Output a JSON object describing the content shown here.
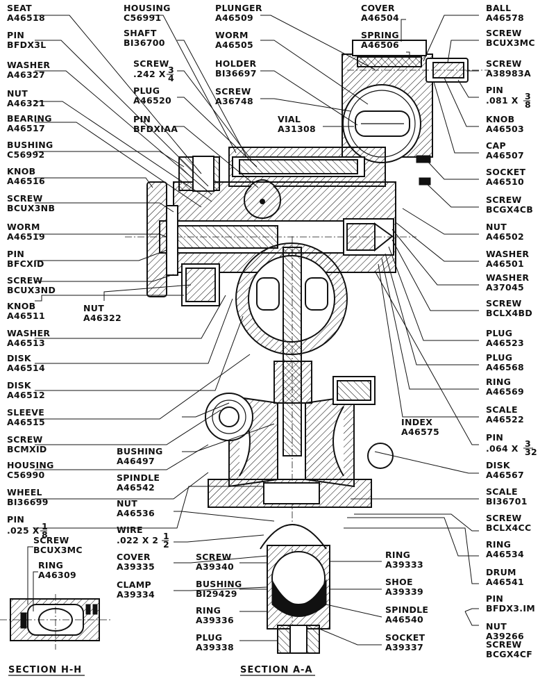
{
  "labels": [
    {
      "id": "seat",
      "l1": "SEAT",
      "l2": "A46518"
    },
    {
      "id": "pin-bfdx3l",
      "l1": "PIN",
      "l2": "BFDX3L"
    },
    {
      "id": "washer-a46327",
      "l1": "WASHER",
      "l2": "A46327"
    },
    {
      "id": "nut-a46321",
      "l1": "NUT",
      "l2": "A46321"
    },
    {
      "id": "bearing",
      "l1": "BEARING",
      "l2": "A46517"
    },
    {
      "id": "bushing-c56992",
      "l1": "BUSHING",
      "l2": "C56992"
    },
    {
      "id": "knob-a46516",
      "l1": "KNOB",
      "l2": "A46516"
    },
    {
      "id": "screw-bcux3nb",
      "l1": "SCREW",
      "l2": "BCUX3NB"
    },
    {
      "id": "worm-a46519",
      "l1": "WORM",
      "l2": "A46519"
    },
    {
      "id": "pin-bfcx1d",
      "l1": "PIN",
      "l2": "BFCXID"
    },
    {
      "id": "screw-bcux3nd",
      "l1": "SCREW",
      "l2": "BCUX3ND"
    },
    {
      "id": "knob-a46511",
      "l1": "KNOB",
      "l2": "A46511"
    },
    {
      "id": "nut-a46322",
      "l1": "NUT",
      "l2": "A46322"
    },
    {
      "id": "washer-a46513",
      "l1": "WASHER",
      "l2": "A46513"
    },
    {
      "id": "disk-a46514",
      "l1": "DISK",
      "l2": "A46514"
    },
    {
      "id": "disk-a46512",
      "l1": "DISK",
      "l2": "A46512"
    },
    {
      "id": "sleeve",
      "l1": "SLEEVE",
      "l2": "A46515"
    },
    {
      "id": "screw-bcmx1d",
      "l1": "SCREW",
      "l2": "BCMXID"
    },
    {
      "id": "housing-c56990",
      "l1": "HOUSING",
      "l2": "C56990"
    },
    {
      "id": "wheel",
      "l1": "WHEEL",
      "l2": "BI36699"
    },
    {
      "id": "pin-025",
      "l1": "PIN",
      "l2": ".025 X"
    },
    {
      "id": "housing-c56991",
      "l1": "HOUSING",
      "l2": "C56991"
    },
    {
      "id": "shaft",
      "l1": "SHAFT",
      "l2": "BI36700"
    },
    {
      "id": "screw-242",
      "l1": "SCREW",
      "l2": ".242 X"
    },
    {
      "id": "plug-a46520",
      "l1": "PLUG",
      "l2": "A46520"
    },
    {
      "id": "pin-bfdx1aa",
      "l1": "PIN",
      "l2": "BFDXIAA"
    },
    {
      "id": "plunger",
      "l1": "PLUNGER",
      "l2": "A46509"
    },
    {
      "id": "worm-a46505",
      "l1": "WORM",
      "l2": "A46505"
    },
    {
      "id": "holder",
      "l1": "HOLDER",
      "l2": "BI36697"
    },
    {
      "id": "screw-a36748",
      "l1": "SCREW",
      "l2": "A36748"
    },
    {
      "id": "vial",
      "l1": "VIAL",
      "l2": "A31308"
    },
    {
      "id": "cover-a46504",
      "l1": "COVER",
      "l2": "A46504"
    },
    {
      "id": "spring",
      "l1": "SPRING",
      "l2": "A46506"
    },
    {
      "id": "ball",
      "l1": "BALL",
      "l2": "A46578"
    },
    {
      "id": "screw-bcux3mc-top",
      "l1": "SCREW",
      "l2": "BCUX3MC"
    },
    {
      "id": "screw-a38983a",
      "l1": "SCREW",
      "l2": "A38983A"
    },
    {
      "id": "pin-081",
      "l1": "PIN",
      "l2": ".081 X"
    },
    {
      "id": "knob-a46503",
      "l1": "KNOB",
      "l2": "A46503"
    },
    {
      "id": "cap",
      "l1": "CAP",
      "l2": "A46507"
    },
    {
      "id": "socket-a46510",
      "l1": "SOCKET",
      "l2": "A46510"
    },
    {
      "id": "screw-bcgx4cb",
      "l1": "SCREW",
      "l2": "BCGX4CB"
    },
    {
      "id": "nut-a46502",
      "l1": "NUT",
      "l2": "A46502"
    },
    {
      "id": "washer-a46501",
      "l1": "WASHER",
      "l2": "A46501"
    },
    {
      "id": "washer-a37045",
      "l1": "WASHER",
      "l2": "A37045"
    },
    {
      "id": "screw-bclx4bd",
      "l1": "SCREW",
      "l2": "BCLX4BD"
    },
    {
      "id": "plug-a46523",
      "l1": "PLUG",
      "l2": "A46523"
    },
    {
      "id": "plug-a46568",
      "l1": "PLUG",
      "l2": "A46568"
    },
    {
      "id": "ring-a46569",
      "l1": "RING",
      "l2": "A46569"
    },
    {
      "id": "scale-a46522",
      "l1": "SCALE",
      "l2": "A46522"
    },
    {
      "id": "pin-064",
      "l1": "PIN",
      "l2": ".064 X"
    },
    {
      "id": "index",
      "l1": "INDEX",
      "l2": "A46575"
    },
    {
      "id": "disk-a46567",
      "l1": "DISK",
      "l2": "A46567"
    },
    {
      "id": "scale-b136701",
      "l1": "SCALE",
      "l2": "BI36701"
    },
    {
      "id": "bushing-a46497",
      "l1": "BUSHING",
      "l2": "A46497"
    },
    {
      "id": "spindle-a46542",
      "l1": "SPINDLE",
      "l2": "A46542"
    },
    {
      "id": "screw-bclx4cc",
      "l1": "SCREW",
      "l2": "BCLX4CC"
    },
    {
      "id": "nut-a46536",
      "l1": "NUT",
      "l2": "A46536"
    },
    {
      "id": "ring-a46534",
      "l1": "RING",
      "l2": "A46534"
    },
    {
      "id": "wire",
      "l1": "WIRE",
      "l2": ".022 X 2"
    },
    {
      "id": "cover-a39335",
      "l1": "COVER",
      "l2": "A39335"
    },
    {
      "id": "drum",
      "l1": "DRUM",
      "l2": "A46541"
    },
    {
      "id": "clamp",
      "l1": "CLAMP",
      "l2": "A39334"
    },
    {
      "id": "screw-a39340",
      "l1": "SCREW",
      "l2": "A39340"
    },
    {
      "id": "ring-a39333",
      "l1": "RING",
      "l2": "A39333"
    },
    {
      "id": "pin-bfdx3-1m",
      "l1": "PIN",
      "l2": "BFDX3.IM"
    },
    {
      "id": "bushing-b129429",
      "l1": "BUSHING",
      "l2": "BI29429"
    },
    {
      "id": "shoe",
      "l1": "SHOE",
      "l2": "A39339"
    },
    {
      "id": "ring-a39336",
      "l1": "RING",
      "l2": "A39336"
    },
    {
      "id": "spindle-a46540",
      "l1": "SPINDLE",
      "l2": "A46540"
    },
    {
      "id": "nut-a39266",
      "l1": "NUT",
      "l2": "A39266"
    },
    {
      "id": "screw-bcgx4cf",
      "l1": "SCREW",
      "l2": "BCGX4CF"
    },
    {
      "id": "plug-a39338",
      "l1": "PLUG",
      "l2": "A39338"
    },
    {
      "id": "socket-a39337",
      "l1": "SOCKET",
      "l2": "A39337"
    },
    {
      "id": "screw-bcux3mc-h",
      "l1": "SCREW",
      "l2": "BCUX3MC"
    },
    {
      "id": "ring-a46309",
      "l1": "RING",
      "l2": "A46309"
    }
  ],
  "fractions": {
    "pin_025": {
      "num": "1",
      "den": "8"
    },
    "screw_242": {
      "num": "3",
      "den": "4"
    },
    "pin_081": {
      "num": "3",
      "den": "8"
    },
    "pin_064": {
      "num": "3",
      "den": "32"
    },
    "wire_022": {
      "num": "1",
      "den": "2"
    }
  },
  "sections": {
    "h": "SECTION H-H",
    "a": "SECTION A-A"
  }
}
